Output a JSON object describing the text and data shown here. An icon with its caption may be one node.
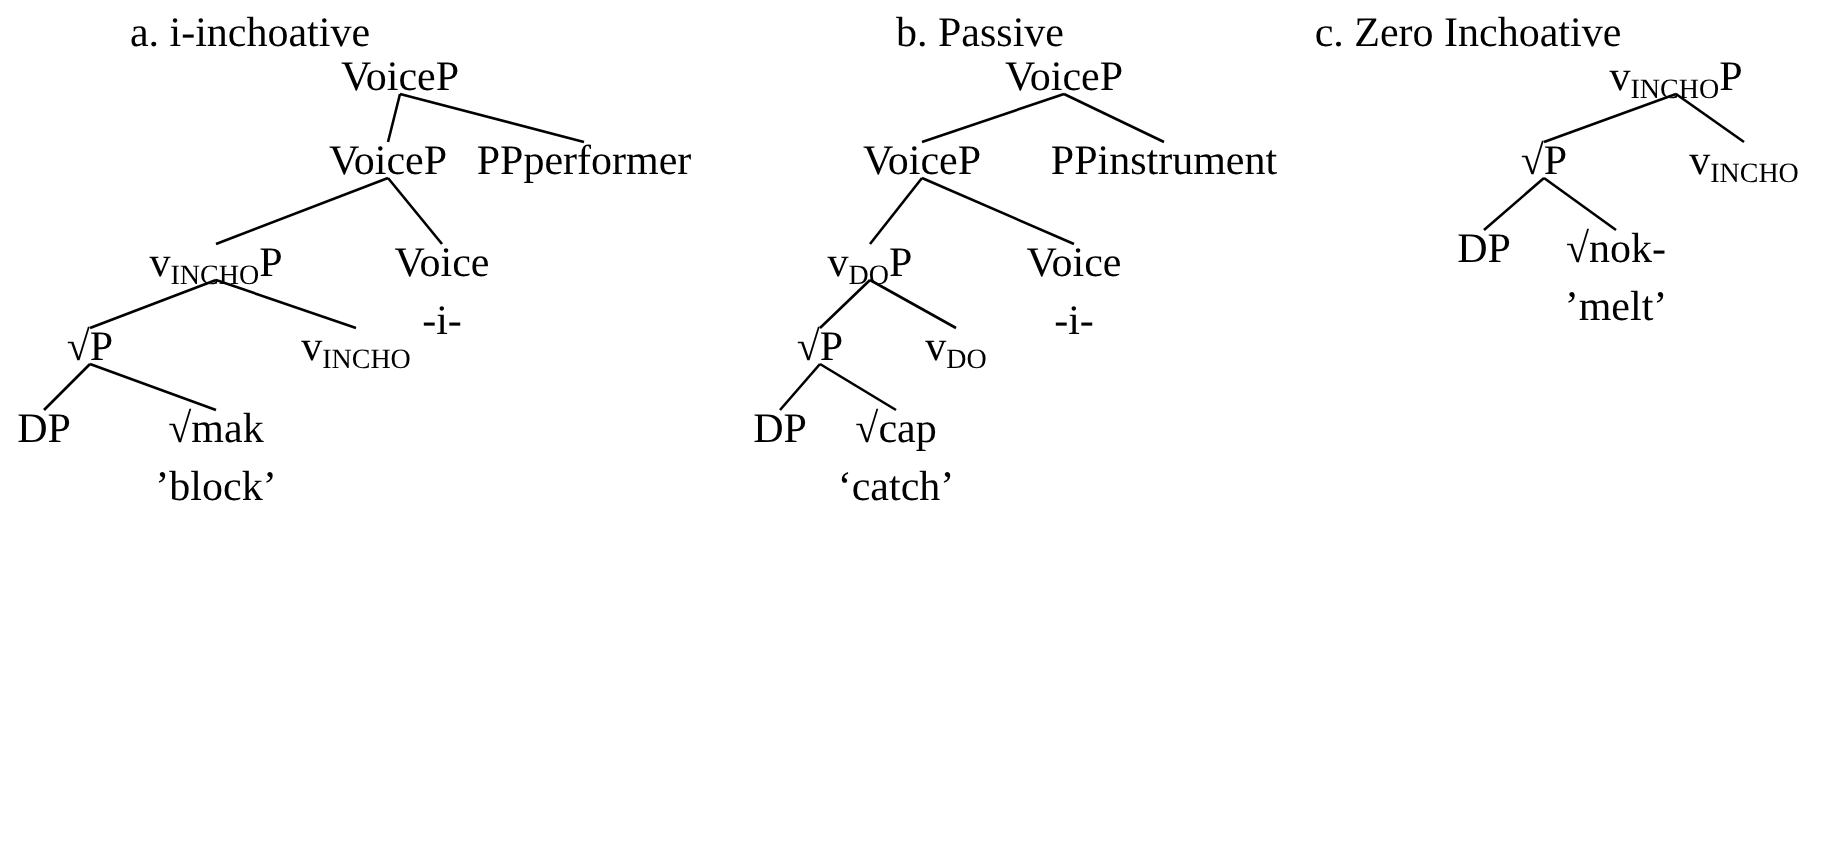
{
  "diagram": {
    "nodes": [
      {
        "text": [
          "VoiceP"
        ]
      },
      {
        "text": [
          "VoiceP"
        ]
      },
      {
        "text": [
          "PPperformer"
        ]
      },
      {
        "text": [
          "v$_{INCHO}$P"
        ]
      },
      {
        "text": [
          "Voice"
        ],
        "beside": [
          "-i-"
        ]
      },
      {
        "text": [
          "√P"
        ]
      },
      {
        "text": [
          "v$_{INCHO}$"
        ]
      },
      {
        "text": [
          "DP"
        ]
      },
      {
        "text": [
          "√mak"
        ],
        "beside": [
          "’block’"
        ]
      },
      {
        "text": [
          "VoiceP"
        ]
      },
      {
        "text": [
          "VoiceP"
        ]
      },
      {
        "text": [
          "PPinstrument"
        ]
      },
      {
        "text": [
          "v$_{DO}$P"
        ]
      },
      {
        "text": [
          "Voice"
        ],
        "beside": [
          "-i-"
        ]
      },
      {
        "text": [
          "√P"
        ]
      },
      {
        "text": [
          "v$_{DO}$"
        ]
      },
      {
        "text": [
          "DP"
        ]
      },
      {
        "text": [
          "√cap"
        ],
        "beside": [
          "‘catch’"
        ]
      },
      {
        "text": [
          "v$_{INCHO}$P"
        ]
      },
      {
        "text": [
          "√P"
        ]
      },
      {
        "text": [
          "v$_{INCHO}$"
        ]
      },
      {
        "text": [
          "DP"
        ]
      },
      {
        "text": [
          "√nok-"
        ],
        "beside": [
          "’melt’"
        ]
      }
    ],
    "edges": [
      {
        "from": 0,
        "to": 1,
        "arrow": "none"
      },
      {
        "from": 0,
        "to": 2,
        "arrow": "none"
      },
      {
        "from": 1,
        "to": 3,
        "arrow": "none"
      },
      {
        "from": 1,
        "to": 4,
        "arrow": "none"
      },
      {
        "from": 3,
        "to": 5,
        "arrow": "none"
      },
      {
        "from": 3,
        "to": 6,
        "arrow": "none"
      },
      {
        "from": 5,
        "to": 7,
        "arrow": "none"
      },
      {
        "from": 5,
        "to": 8,
        "arrow": "none"
      },
      {
        "from": 9,
        "to": 10,
        "arrow": "none"
      },
      {
        "from": 9,
        "to": 11,
        "arrow": "none"
      },
      {
        "from": 10,
        "to": 12,
        "arrow": "none"
      },
      {
        "from": 10,
        "to": 13,
        "arrow": "none"
      },
      {
        "from": 12,
        "to": 14,
        "arrow": "none"
      },
      {
        "from": 12,
        "to": 15,
        "arrow": "none"
      },
      {
        "from": 14,
        "to": 16,
        "arrow": "none"
      },
      {
        "from": 14,
        "to": 17,
        "arrow": "none"
      },
      {
        "from": 18,
        "to": 19,
        "arrow": "none"
      },
      {
        "from": 18,
        "to": 20,
        "arrow": "none"
      },
      {
        "from": 19,
        "to": 21,
        "arrow": "none"
      },
      {
        "from": 19,
        "to": 22,
        "arrow": "none"
      }
    ],
    "labels": [
      "a. i-inchoative",
      "b. Passive",
      "c. Zero Inchoative"
    ]
  }
}
